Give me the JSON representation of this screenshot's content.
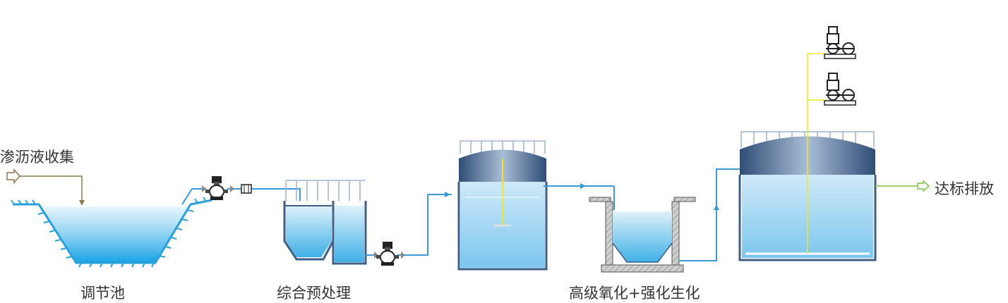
{
  "labels": {
    "inlet": "渗沥液收集",
    "outlet": "达标排放",
    "equalization_tank": "调节池",
    "pretreatment": "综合预处理",
    "advanced": "高级氧化+强化生化"
  },
  "colors": {
    "water_pipe": "#3a9ad9",
    "air_pipe": "#f0e81c",
    "outlet_pipe": "#7dc242",
    "inlet_pipe": "#8c7a4a",
    "tank_frame": "#3f5e86",
    "water_light": "#dff1fb",
    "water_dark": "#3fb0e6",
    "concrete": "#7a7a7a",
    "label_text": "#333333"
  }
}
